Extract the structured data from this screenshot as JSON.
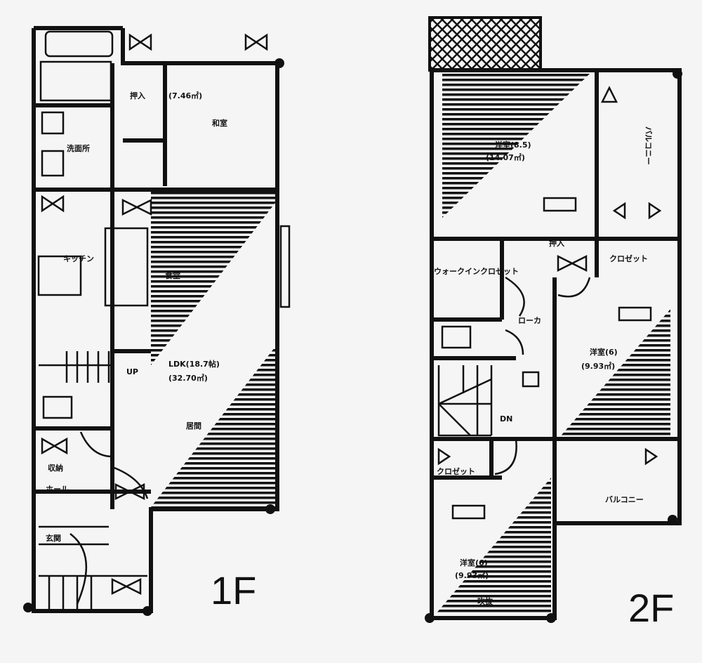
{
  "floors": [
    {
      "label": "1F",
      "rooms": {
        "washitsu": "和室",
        "washitsu_area": "(7.46㎡)",
        "oshiire": "押入",
        "senmen": "洗面所",
        "kitchen": "キッチン",
        "ldk": "LDK(18.7帖)",
        "ldk_area": "(32.70㎡)",
        "dining": "食堂",
        "living": "居間",
        "storage": "収納",
        "hall": "ホール",
        "entrance": "玄関",
        "up": "UP"
      }
    },
    {
      "label": "2F",
      "rooms": {
        "bed1": "洋室(8.5)",
        "bed1_area": "(14.07㎡)",
        "bed2": "洋室(6)",
        "bed2_area": "(9.93㎡)",
        "bed3": "洋室(6)",
        "bed3_area": "(9.93㎡)",
        "balcony1": "バルコニー",
        "balcony2": "バルコニー",
        "closet1": "クロゼット",
        "closet2": "クロゼット",
        "walkin": "ウォークインクロゼット",
        "oshiire": "押入",
        "hallway": "ローカ",
        "dn": "DN",
        "fukinuke": "吹抜"
      }
    }
  ],
  "colors": {
    "ink": "#111111",
    "paper": "#f5f5f5"
  }
}
